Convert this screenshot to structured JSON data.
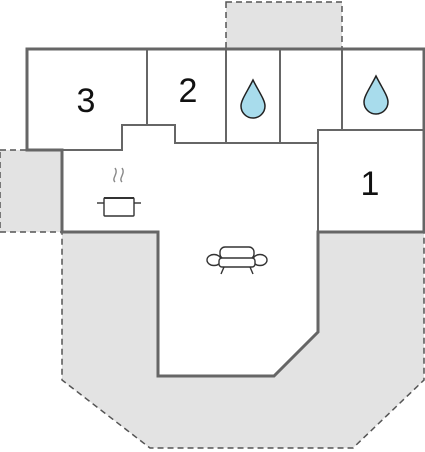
{
  "rooms": [
    {
      "id": "bedroom-3",
      "label": "3"
    },
    {
      "id": "bedroom-2",
      "label": "2"
    },
    {
      "id": "bedroom-1",
      "label": "1"
    }
  ],
  "icons": {
    "bathroom": "water-drop-icon",
    "kitchen": "cooking-pot-icon",
    "living": "sofa-icon"
  },
  "colors": {
    "wall": "#666666",
    "outdoor_fill": "#e3e3e3",
    "drop_fill": "#a8dcec",
    "background": "#ffffff"
  }
}
